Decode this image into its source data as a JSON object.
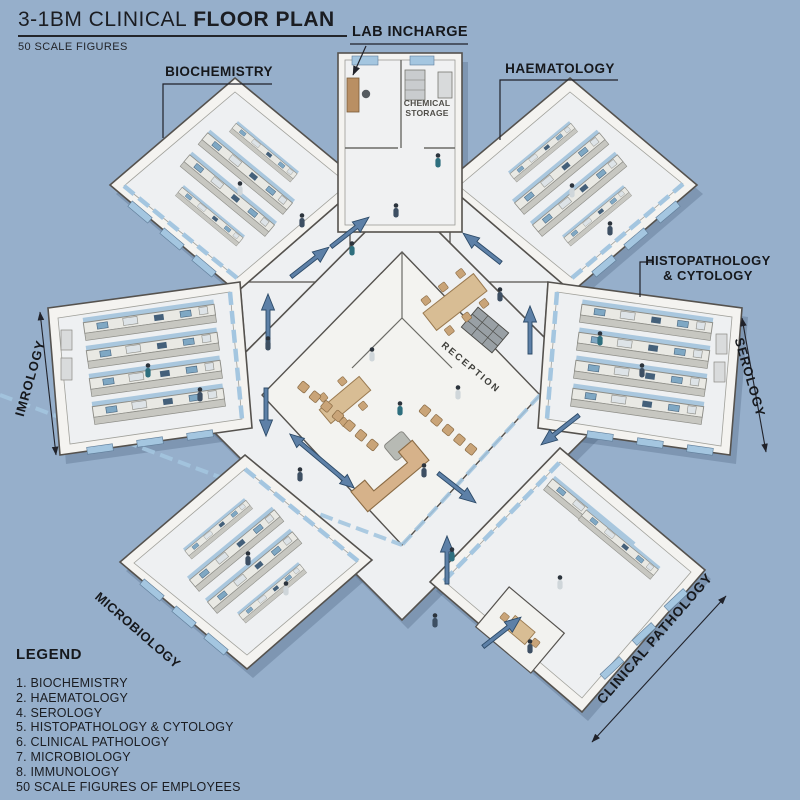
{
  "header": {
    "title_regular": "3-1BM CLINICAL",
    "title_bold": "FLOOR PLAN",
    "subtitle": "50 SCALE FIGURES"
  },
  "plan_labels": {
    "biochemistry": "BIOCHEMISTRY",
    "lab_incharge": "LAB INCHARGE",
    "chemical_storage": "CHEMICAL\nSTORAGE",
    "haematology": "HAEMATOLOGY",
    "histopathology": "HISTOPATHOLOGY\n& CYTOLOGY",
    "serology": "SEROLOGY",
    "immunology": "IMROLOGY",
    "microbiology": "MICROBIOLOGY",
    "clinical_pathology": "CLINICAL PATHOLOGY",
    "reception": "RECEPTION"
  },
  "legend": {
    "heading": "LEGEND",
    "items": [
      "1. BIOCHEMISTRY",
      "2. HAEMATOLOGY",
      "4. SEROLOGY",
      "5. HISTOPATHOLOGY & CYTOLOGY",
      "6. CLINICAL PATHOLOGY",
      "7. MICROBIOLOGY",
      "8. IMMUNOLOGY",
      "50 SCALE FIGURES OF EMPLOYEES"
    ]
  },
  "colors": {
    "background": "#96afcb",
    "ink": "#16181c",
    "wall_white": "#f4f3f0",
    "floor": "#eef0f2",
    "glass_blue": "#a4c6e0",
    "wood_tan": "#d3ac81",
    "arrow_blue": "#5d80a7"
  }
}
